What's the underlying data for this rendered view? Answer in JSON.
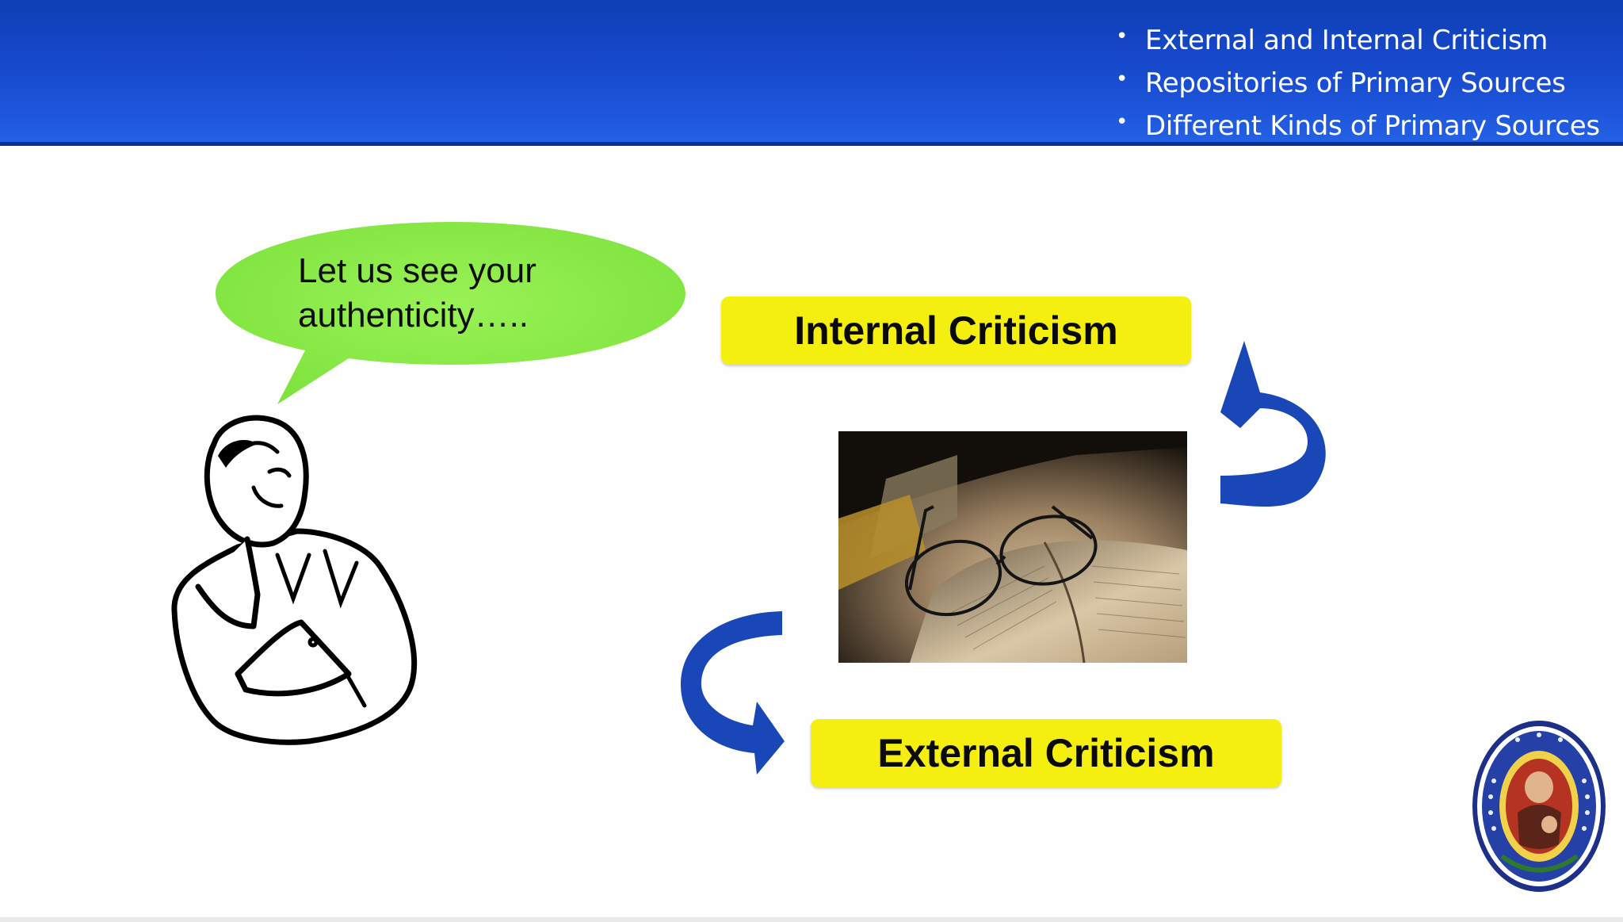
{
  "slide": {
    "header": {
      "topics": [
        "External and Internal Criticism",
        "Repositories of Primary Sources",
        "Different Kinds of Primary Sources"
      ]
    },
    "speech_bubble": {
      "line1": "Let us see your",
      "line2": "authenticity….."
    },
    "labels": {
      "internal": "Internal Criticism",
      "external": "External Criticism"
    },
    "colors": {
      "header_blue": "#1749cc",
      "bubble_green": "#8def4a",
      "label_yellow": "#f5ef10",
      "arrow_blue": "#1a47b8"
    },
    "icons": {
      "thinker": "thinking-man-illustration",
      "book_photo": "glasses-on-open-book-photo",
      "seal": "university-seal-logo",
      "cycle_arrows": "curved-arrow-icon"
    }
  }
}
